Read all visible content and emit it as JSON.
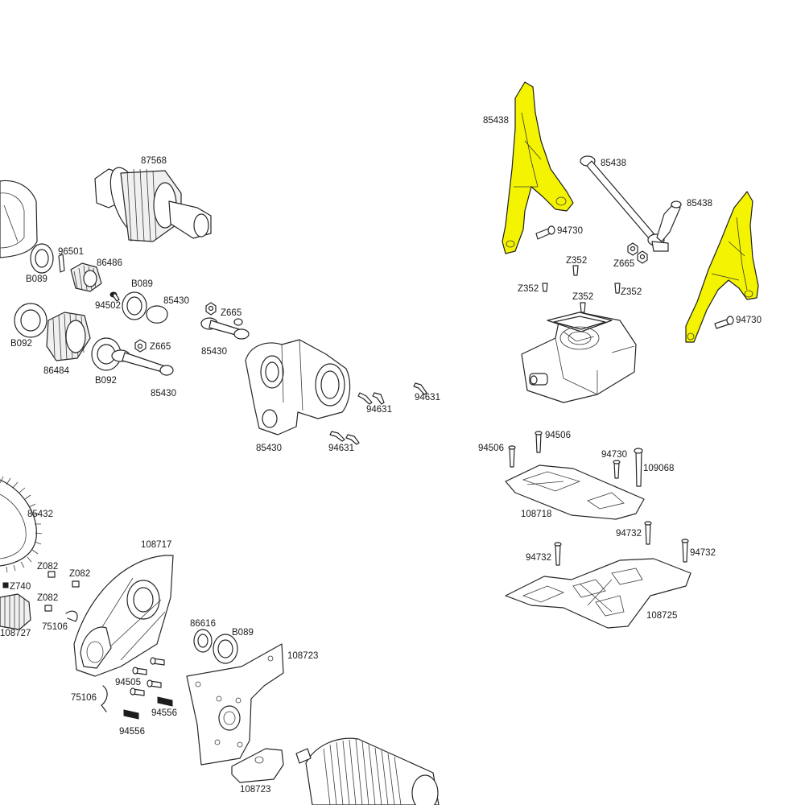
{
  "colors": {
    "highlight": "#F4F400",
    "line": "#262626",
    "background": "#FFFFFF"
  },
  "labels": {
    "p87568": "87568",
    "p96501": "96501",
    "p86486": "86486",
    "pB089a": "B089",
    "pB089b": "B089",
    "p94502": "94502",
    "p85430a": "85430",
    "pB092a": "B092",
    "p86484": "86484",
    "pZ665a": "Z665",
    "pB092b": "B092",
    "p85430b": "85430",
    "pZ665b": "Z665",
    "p85430c": "85430",
    "p85430d": "85430",
    "p94631a": "94631",
    "p94631b": "94631",
    "p94631c": "94631",
    "p85438a": "85438",
    "p85438b": "85438",
    "p85438c": "85438",
    "p94730a": "94730",
    "p94730b": "94730",
    "pZ352a": "Z352",
    "pZ665c": "Z665",
    "pZ352b": "Z352",
    "pZ352c": "Z352",
    "pZ352d": "Z352",
    "p94506a": "94506",
    "p94506b": "94506",
    "p94730c": "94730",
    "p109068": "109068",
    "p108718": "108718",
    "p94732a": "94732",
    "p94732b": "94732",
    "p94732c": "94732",
    "p108725": "108725",
    "p85432": "85432",
    "p108717": "108717",
    "pZ082a": "Z082",
    "pZ082b": "Z082",
    "pZ740": "Z740",
    "pZ082c": "Z082",
    "p75106a": "75106",
    "p108727": "108727",
    "p86616": "86616",
    "pB089c": "B089",
    "p108723a": "108723",
    "p94505": "94505",
    "p75106b": "75106",
    "p94556a": "94556",
    "p94556b": "94556",
    "p108723b": "108723"
  }
}
